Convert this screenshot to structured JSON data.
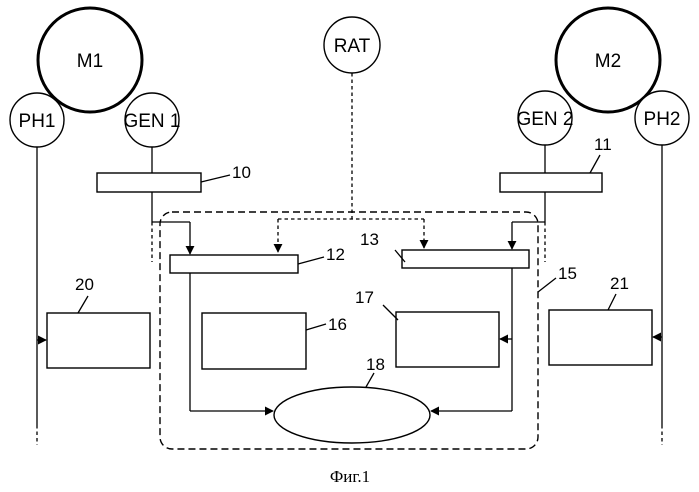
{
  "motors": [
    {
      "id": "M1",
      "label": "M1"
    },
    {
      "id": "M2",
      "label": "M2"
    }
  ],
  "circles": {
    "ph1": "PH1",
    "gen1": "GEN 1",
    "rat": "RAT",
    "gen2": "GEN 2",
    "ph2": "PH2"
  },
  "refs": {
    "r10": "10",
    "r11": "11",
    "r12": "12",
    "r13": "13",
    "r15": "15",
    "r16": "16",
    "r17": "17",
    "r18": "18",
    "r20": "20",
    "r21": "21"
  },
  "caption": "Фиг.1"
}
